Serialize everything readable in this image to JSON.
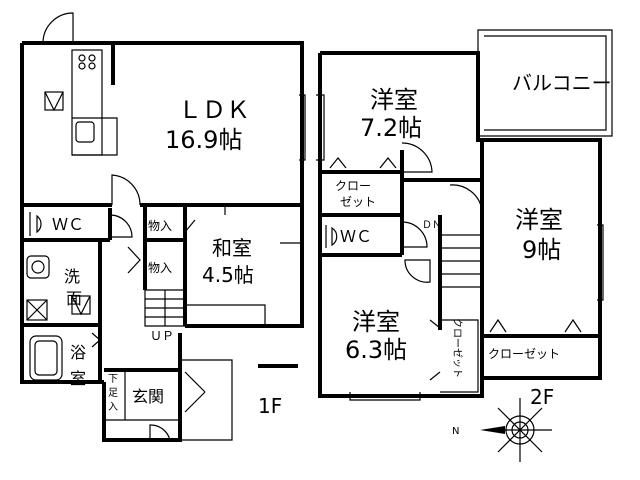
{
  "floor1": {
    "label": "1F",
    "rooms": {
      "ldk_name": "ＬＤＫ",
      "ldk_size": "16.9帖",
      "washitsu_name": "和室",
      "washitsu_size": "4.5帖",
      "wc": "ＷＣ",
      "senmen": "洗面",
      "yokushitsu": "浴室",
      "genkan": "玄関",
      "shitabako": "下足入",
      "monoire1": "物入",
      "monoire2": "物入",
      "up": "ＵＰ"
    }
  },
  "floor2": {
    "label": "2F",
    "rooms": {
      "balcony": "バルコニー",
      "yoshitsu1_name": "洋室",
      "yoshitsu1_size": "7.2帖",
      "yoshitsu2_name": "洋室",
      "yoshitsu2_size": "9帖",
      "yoshitsu3_name": "洋室",
      "yoshitsu3_size": "6.3帖",
      "closet1": "クロー ゼット",
      "closet2": "クローゼット",
      "closet3": "クローゼット",
      "wc": "ＷＣ",
      "dn": "ＤＮ"
    }
  },
  "compass": {
    "north": "N"
  }
}
